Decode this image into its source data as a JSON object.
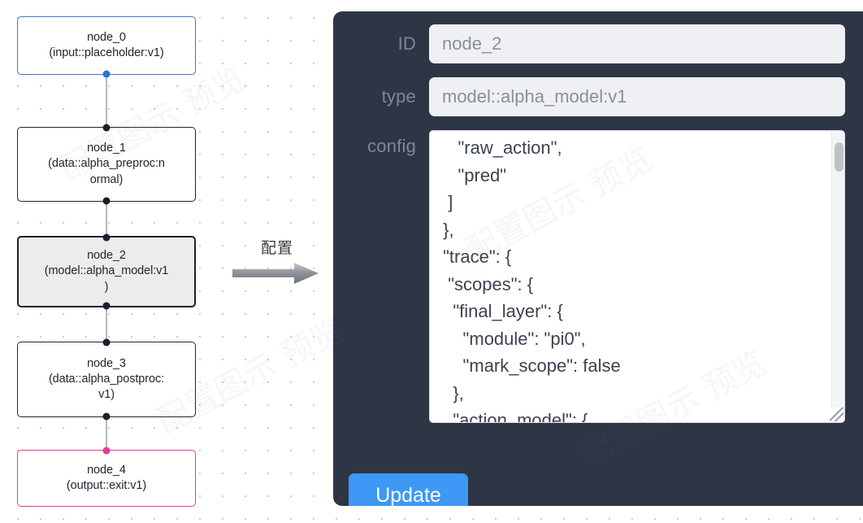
{
  "graph": {
    "nodes": [
      {
        "id": "node_0",
        "line1": "node_0",
        "line2": "(input::placeholder:v1)",
        "state": "input"
      },
      {
        "id": "node_1",
        "line1": "node_1",
        "line2": "(data::alpha_preproc:n",
        "line3": "ormal)",
        "state": "default"
      },
      {
        "id": "node_2",
        "line1": "node_2",
        "line2": "(model::alpha_model:v1",
        "line3": ")",
        "state": "selected"
      },
      {
        "id": "node_3",
        "line1": "node_3",
        "line2": "(data::alpha_postproc:",
        "line3": "v1)",
        "state": "default"
      },
      {
        "id": "node_4",
        "line1": "node_4",
        "line2": "(output::exit:v1)",
        "state": "output"
      }
    ],
    "colors": {
      "input_border": "#4b72cf",
      "output_border": "#e5399b",
      "default_border": "#1f2430",
      "selected_fill": "#ececec",
      "edge": "#b5b8bf"
    }
  },
  "flow": {
    "label": "配置",
    "arrow_icon": "right-arrow-icon"
  },
  "panel": {
    "background": "#2e3646",
    "fields": [
      {
        "key": "id",
        "label": "ID",
        "value": "node_2"
      },
      {
        "key": "type",
        "label": "type",
        "value": "model::alpha_model:v1"
      },
      {
        "key": "config",
        "label": "config"
      }
    ],
    "config_text": "    \"raw_action\",\n    \"pred\"\n  ]\n },\n \"trace\": {\n  \"scopes\": {\n   \"final_layer\": {\n     \"module\": \"pi0\",\n     \"mark_scope\": false\n   },\n   \"action_model\": {",
    "update_button": {
      "label": "Update",
      "color": "#3d99f5"
    },
    "scrollbar": {
      "name": "config-scrollbar"
    }
  },
  "watermark": {
    "text": "配置图示 预览"
  }
}
